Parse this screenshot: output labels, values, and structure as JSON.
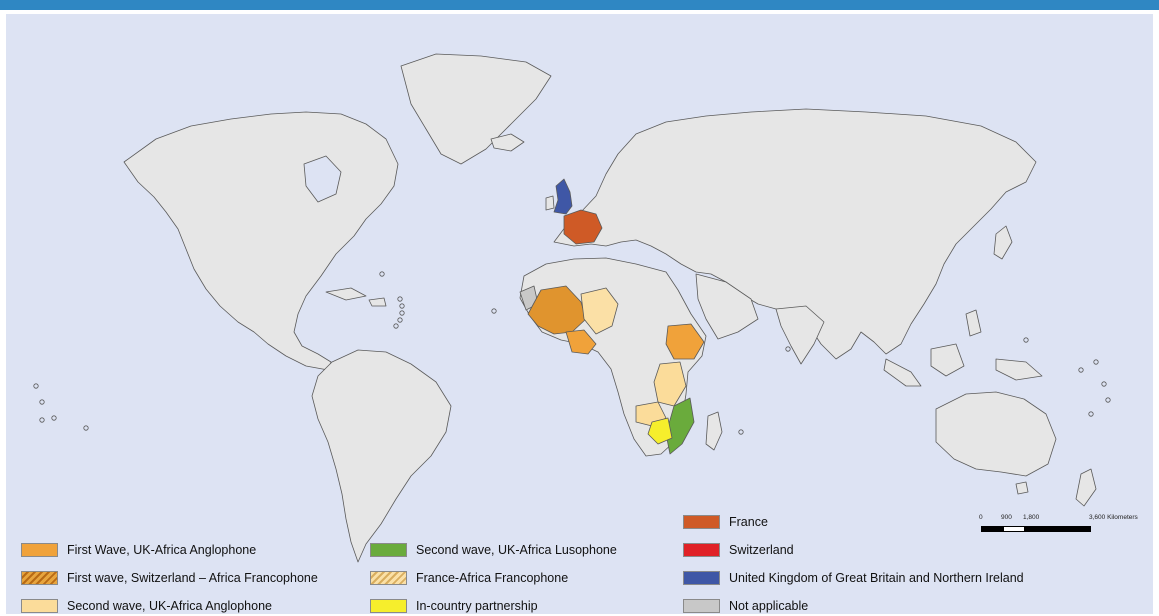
{
  "legend": {
    "items": [
      {
        "label": "First Wave, UK-Africa Anglophone",
        "color": "#f0a23a",
        "pattern": "solid"
      },
      {
        "label": "First wave, Switzerland – Africa Francophone",
        "color": "#e0942e",
        "pattern": "hatched"
      },
      {
        "label": "Second wave, UK-Africa Anglophone",
        "color": "#fbdc9a",
        "pattern": "solid"
      },
      {
        "label": "Second wave, UK-Africa Lusophone",
        "color": "#6aab3c",
        "pattern": "solid"
      },
      {
        "label": "France-Africa Francophone",
        "color": "#fbe0a6",
        "pattern": "hatched"
      },
      {
        "label": "In-country partnership",
        "color": "#f6ee2c",
        "pattern": "solid"
      },
      {
        "label": "France",
        "color": "#cf5a26",
        "pattern": "solid"
      },
      {
        "label": "Switzerland",
        "color": "#e02126",
        "pattern": "solid"
      },
      {
        "label": "United Kingdom of Great Britain and Northern Ireland",
        "color": "#3f57a6",
        "pattern": "solid"
      },
      {
        "label": "Not applicable",
        "color": "#c8c8c8",
        "pattern": "solid"
      }
    ]
  },
  "scale": {
    "ticks": [
      "0",
      "900",
      "1,800",
      "3,600 Kilometers"
    ]
  },
  "colors": {
    "ocean": "#dde3f3",
    "land": "#e6e6e6",
    "border": "#5a5a5a",
    "header_bar": "#2f87c3"
  }
}
